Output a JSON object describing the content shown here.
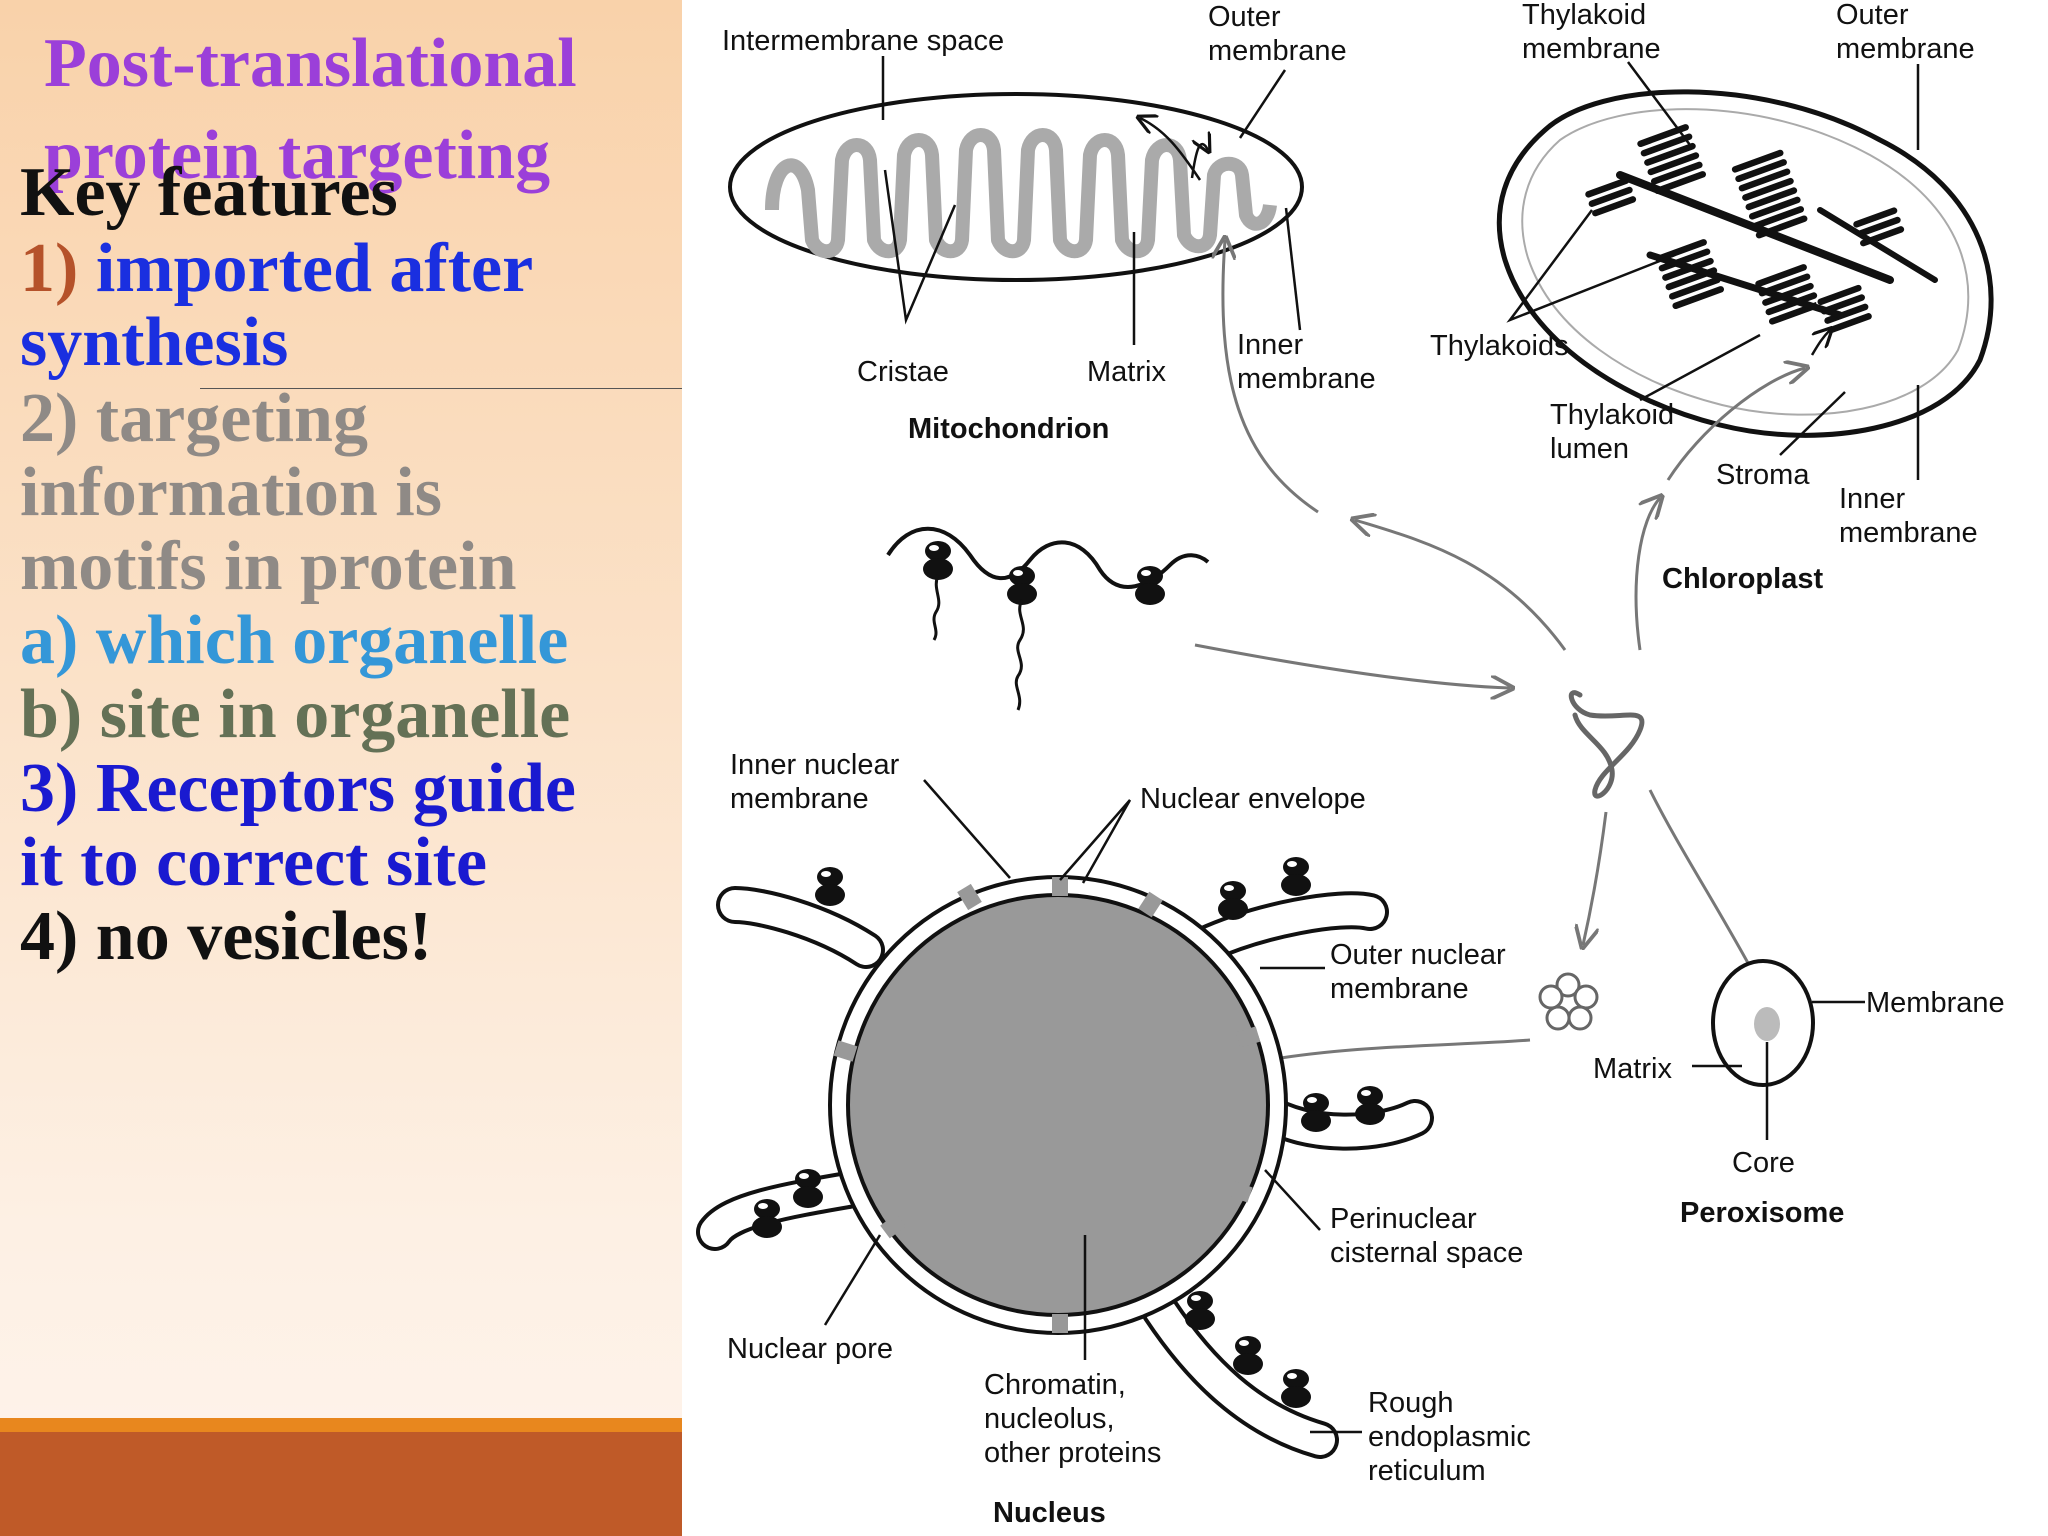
{
  "slide": {
    "title": "Post-translational protein targeting",
    "features": [
      {
        "text": "Key features",
        "color": "#111111"
      },
      {
        "num": "1)",
        "num_color": "#b5522a",
        "text": " imported after",
        "color": "#1a2fe0"
      },
      {
        "text": "synthesis",
        "color": "#1a2fe0"
      },
      {
        "text": "2) targeting",
        "color": "#8f8a86"
      },
      {
        "text": "information is",
        "color": "#8f8a86"
      },
      {
        "text": "motifs in protein",
        "color": "#8f8a86"
      },
      {
        "text": "a) which organelle",
        "color": "#3497d8"
      },
      {
        "text": "b) site in organelle",
        "color": "#647156"
      },
      {
        "text": "3) Receptors guide",
        "color": "#1a1ad0"
      },
      {
        "text": "it to correct site",
        "color": "#1a1ad0"
      },
      {
        "text": "4) no vesicles!",
        "color": "#111111"
      }
    ]
  },
  "diagram": {
    "mitochondrion": {
      "title": "Mitochondrion",
      "labels": {
        "intermembrane_space": "Intermembrane space",
        "outer_membrane": [
          "Outer",
          "membrane"
        ],
        "inner_membrane": [
          "Inner",
          "membrane"
        ],
        "cristae": "Cristae",
        "matrix": "Matrix"
      }
    },
    "chloroplast": {
      "title": "Chloroplast",
      "labels": {
        "thylakoid_membrane": [
          "Thylakoid",
          "membrane"
        ],
        "outer_membrane": [
          "Outer",
          "membrane"
        ],
        "thylakoids": "Thylakoids",
        "thylakoid_lumen": [
          "Thylakoid",
          "lumen"
        ],
        "stroma": "Stroma",
        "inner_membrane": [
          "Inner",
          "membrane"
        ]
      }
    },
    "nucleus": {
      "title": "Nucleus",
      "labels": {
        "inner_nuclear_membrane": [
          "Inner nuclear",
          "membrane"
        ],
        "nuclear_envelope": "Nuclear envelope",
        "outer_nuclear_membrane": [
          "Outer nuclear",
          "membrane"
        ],
        "perinuclear_space": [
          "Perinuclear",
          "cisternal space"
        ],
        "nuclear_pore": "Nuclear pore",
        "chromatin": [
          "Chromatin,",
          "nucleolus,",
          "other proteins"
        ],
        "rough_er": [
          "Rough",
          "endoplasmic",
          "reticulum"
        ]
      }
    },
    "peroxisome": {
      "title": "Peroxisome",
      "labels": {
        "membrane": "Membrane",
        "matrix": "Matrix",
        "core": "Core"
      }
    }
  }
}
